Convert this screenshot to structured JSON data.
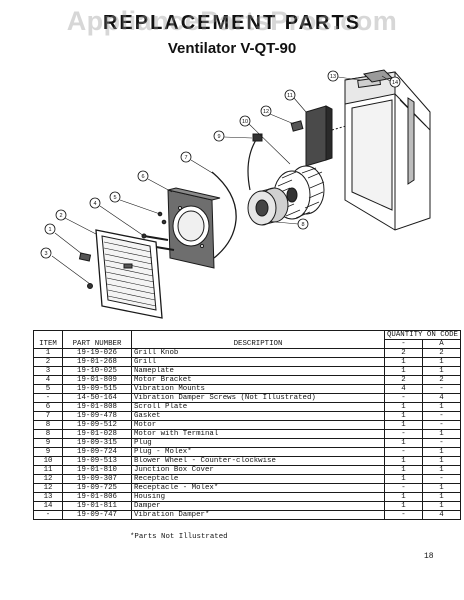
{
  "watermark": "AppliancePartsPros.com",
  "title": "REPLACEMENT PARTS",
  "subtitle": "Ventilator V-QT-90",
  "diagram_callouts": [
    "1",
    "2",
    "3",
    "4",
    "5",
    "6",
    "7",
    "8",
    "9",
    "10",
    "11",
    "12",
    "13",
    "14"
  ],
  "table": {
    "head": {
      "item": "ITEM",
      "part_number": "PART NUMBER",
      "description": "DESCRIPTION",
      "quantity": "QUANTITY ON CODE",
      "code_dash": "-",
      "code_a": "A"
    },
    "rows": [
      {
        "item": "1",
        "part": "19-19-026",
        "desc": "Grill Knob",
        "q1": "2",
        "q2": "2"
      },
      {
        "item": "2",
        "part": "19-01-268",
        "desc": "Grill",
        "q1": "1",
        "q2": "1"
      },
      {
        "item": "3",
        "part": "19-10-025",
        "desc": "Nameplate",
        "q1": "1",
        "q2": "1"
      },
      {
        "item": "4",
        "part": "19-01-809",
        "desc": "Motor Bracket",
        "q1": "2",
        "q2": "2"
      },
      {
        "item": "5",
        "part": "19-09-515",
        "desc": "Vibration Mounts",
        "q1": "4",
        "q2": "-"
      },
      {
        "item": "-",
        "part": "14-50-164",
        "desc": "Vibration Damper Screws (Not Illustrated)",
        "q1": "-",
        "q2": "4"
      },
      {
        "item": "6",
        "part": "19-01-808",
        "desc": "Scroll Plate",
        "q1": "1",
        "q2": "1"
      },
      {
        "item": "7",
        "part": "19-09-478",
        "desc": "Gasket",
        "q1": "1",
        "q2": "-"
      },
      {
        "item": "8",
        "part": "19-09-512",
        "desc": "Motor",
        "q1": "1",
        "q2": "-"
      },
      {
        "item": "8",
        "part": "19-01-028",
        "desc": "Motor with Terminal",
        "q1": "-",
        "q2": "1"
      },
      {
        "item": "9",
        "part": "19-09-315",
        "desc": "Plug",
        "q1": "1",
        "q2": "-"
      },
      {
        "item": "9",
        "part": "19-09-724",
        "desc": "Plug - Molex*",
        "q1": "-",
        "q2": "1"
      },
      {
        "item": "10",
        "part": "19-09-513",
        "desc": "Blower Wheel - Counter-clockwise",
        "q1": "1",
        "q2": "1"
      },
      {
        "item": "11",
        "part": "19-01-810",
        "desc": "Junction Box Cover",
        "q1": "1",
        "q2": "1"
      },
      {
        "item": "12",
        "part": "19-09-307",
        "desc": "Receptacle",
        "q1": "1",
        "q2": "-"
      },
      {
        "item": "12",
        "part": "19-09-725",
        "desc": "Receptacle - Molex*",
        "q1": "-",
        "q2": "1"
      },
      {
        "item": "13",
        "part": "19-01-806",
        "desc": "Housing",
        "q1": "1",
        "q2": "1"
      },
      {
        "item": "14",
        "part": "19-01-811",
        "desc": "Damper",
        "q1": "1",
        "q2": "1"
      },
      {
        "item": "-",
        "part": "19-09-747",
        "desc": "Vibration Damper*",
        "q1": "-",
        "q2": "4"
      }
    ]
  },
  "footnote": "*Parts Not Illustrated",
  "page_number": "18"
}
